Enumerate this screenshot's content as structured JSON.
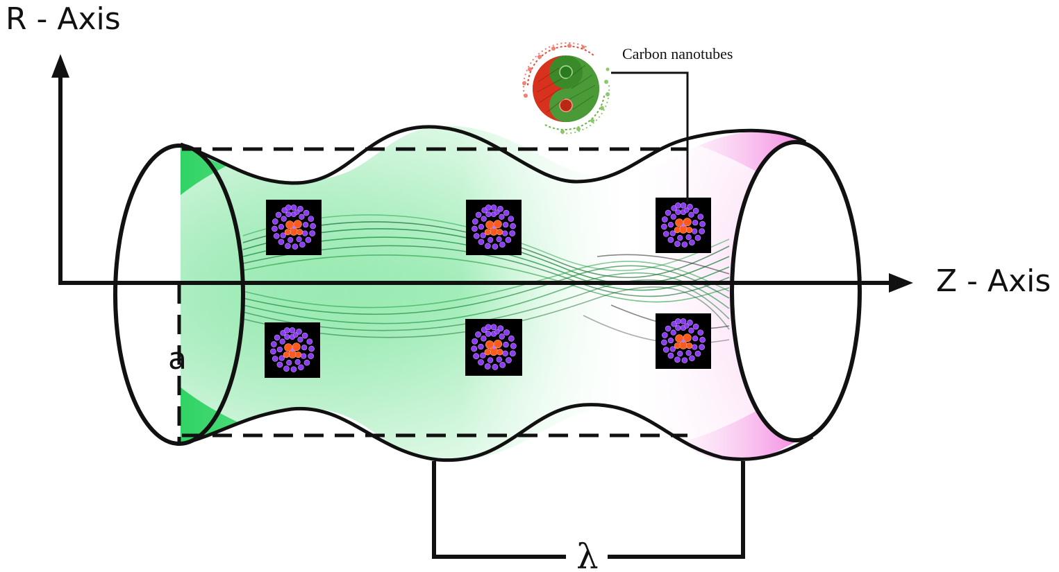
{
  "labels": {
    "r_axis": "R - Axis",
    "z_axis": "Z - Axis",
    "radius": "a",
    "wavelength": "λ",
    "carbon_nanotubes": "Carbon nanotubes"
  },
  "icons": {
    "nanoparticle": "nanoparticle-icon",
    "nanotube": "carbon-nanotube-icon"
  },
  "colors": {
    "outline": "#111111",
    "flow_green": "#22d05a",
    "flow_pink": "#f06ad8",
    "particle_purple": "#8a3cf0",
    "particle_core": "#ff5a1e",
    "nanotube_red": "#d8321e",
    "nanotube_green": "#5aa83a"
  },
  "nanoparticle_count": 6
}
